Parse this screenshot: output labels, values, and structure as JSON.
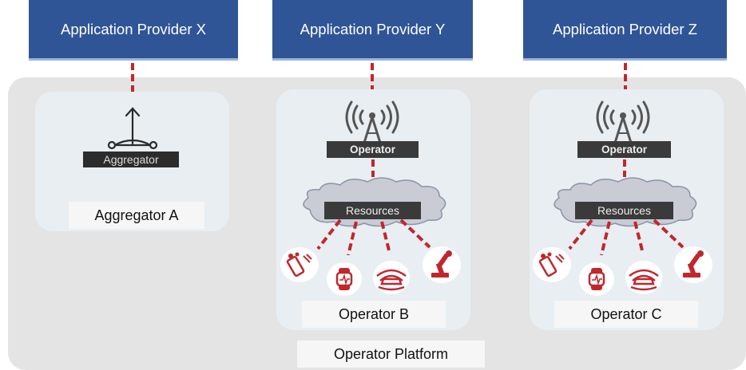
{
  "providers": [
    {
      "label": "Application Provider X"
    },
    {
      "label": "Application Provider Y"
    },
    {
      "label": "Application Provider Z"
    }
  ],
  "aggregator": {
    "box_label": "Aggregator",
    "name": "Aggregator A"
  },
  "operators": [
    {
      "box_label": "Operator",
      "resources_label": "Resources",
      "name": "Operator B"
    },
    {
      "box_label": "Operator",
      "resources_label": "Resources",
      "name": "Operator C"
    }
  ],
  "platform_label": "Operator Platform",
  "icons": [
    "antenna-tower-icon",
    "cloud-icon",
    "drone-phone-icon",
    "smartwatch-icon",
    "connected-car-icon",
    "robot-arm-icon",
    "aggregator-hub-icon"
  ],
  "colors": {
    "provider_blue": "#2f5597",
    "link_red": "#c0272d",
    "platform_gray": "#e4e4e4",
    "card_bg": "#e8eef2",
    "dark_box": "#3a3a3a"
  }
}
